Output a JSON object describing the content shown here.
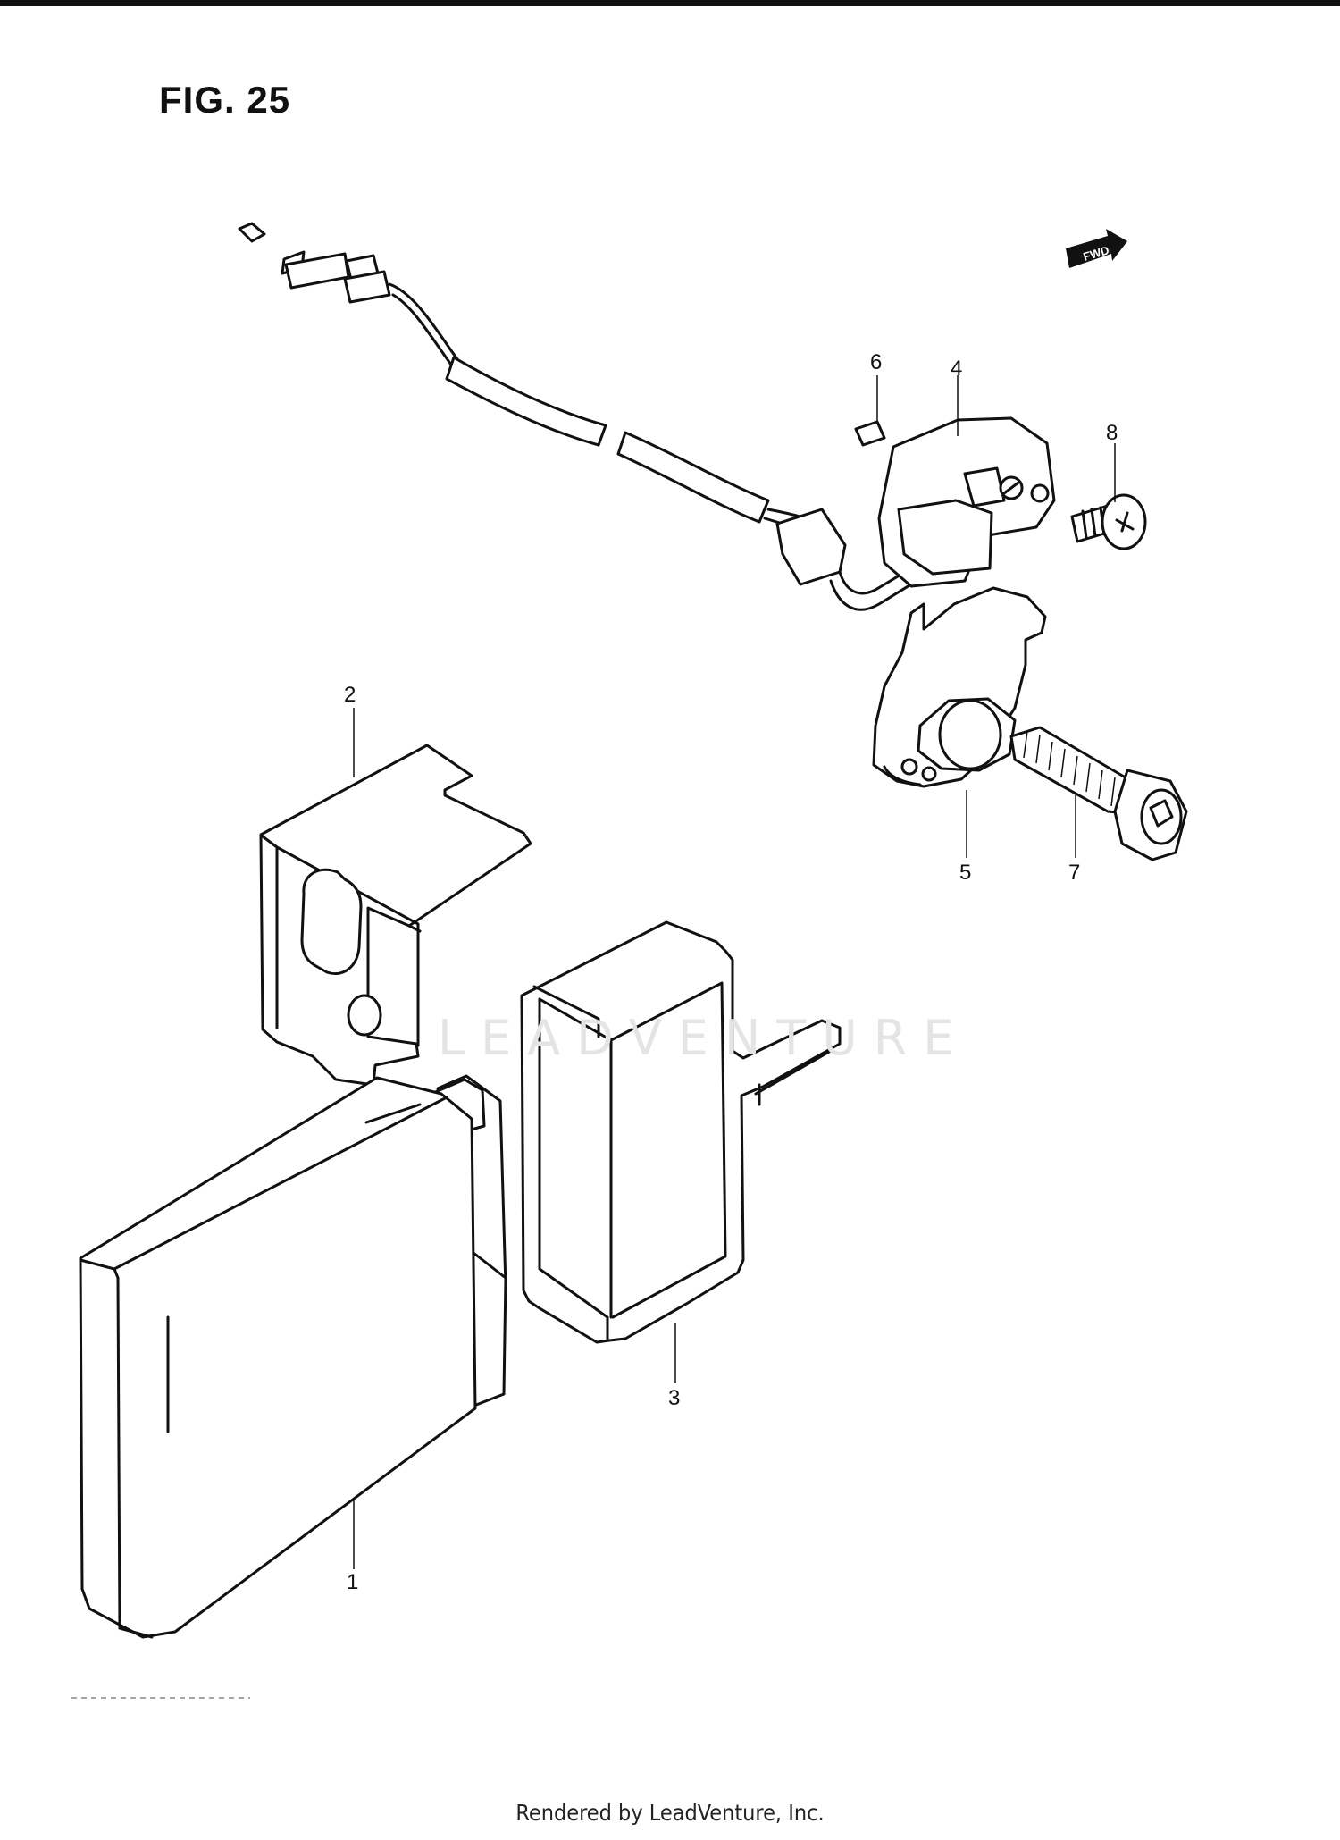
{
  "figure": {
    "title": "FIG. 25"
  },
  "direction_badge": {
    "label": "FWD"
  },
  "callouts": [
    "1",
    "2",
    "3",
    "4",
    "5",
    "6",
    "7",
    "8"
  ],
  "watermark": {
    "text": "LEADVENTURE"
  },
  "footer": {
    "text": "Rendered by LeadVenture, Inc."
  }
}
